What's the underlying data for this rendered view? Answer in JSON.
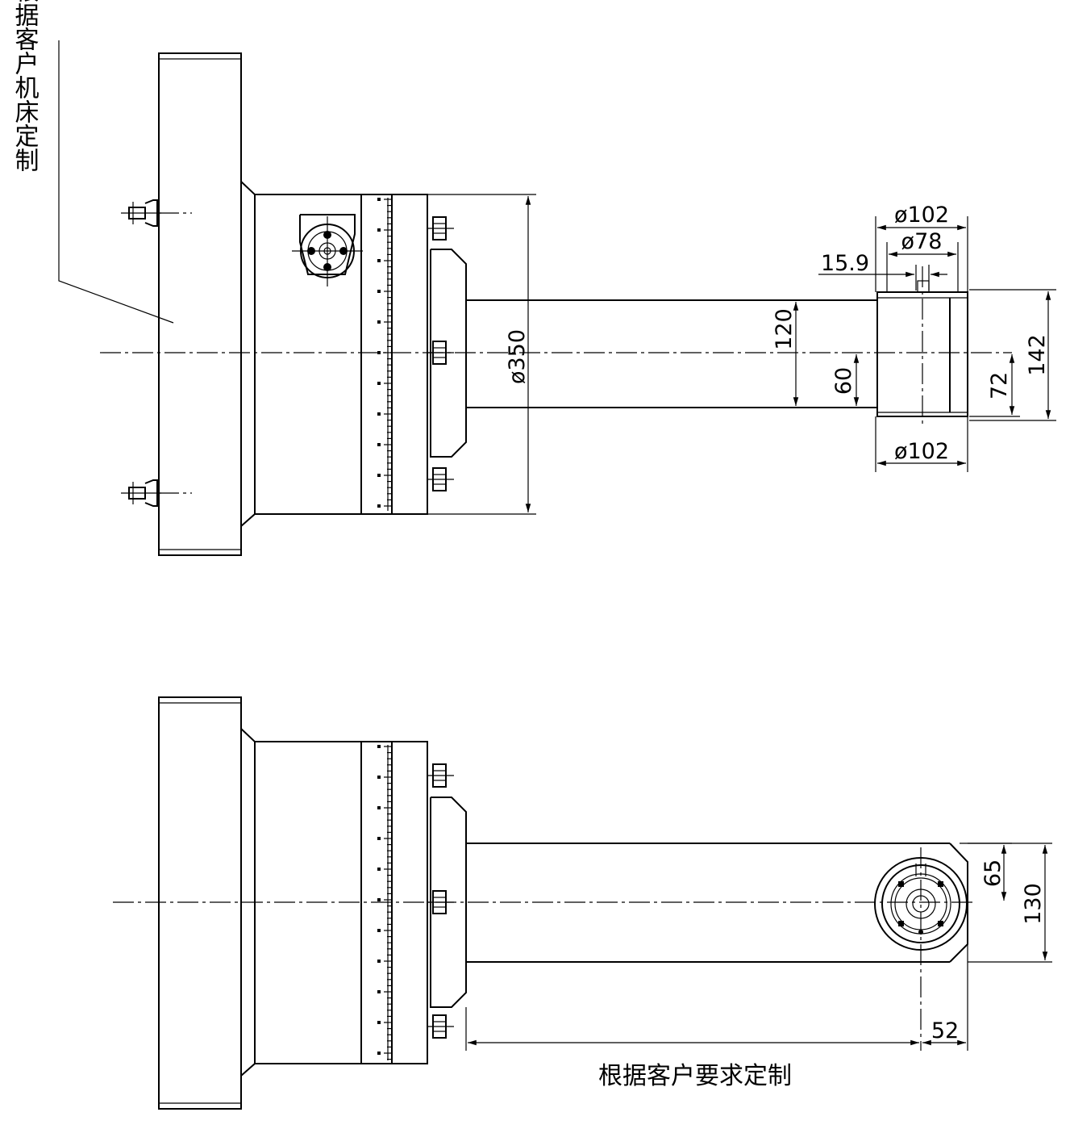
{
  "notes": {
    "vertical_note": "连接垫根据客户机床定制",
    "bottom_note": "根据客户要求定制"
  },
  "dimensions": {
    "d350": "ø350",
    "d102_top": "ø102",
    "d78": "ø78",
    "d15_9": "15.9",
    "d120": "120",
    "d60": "60",
    "d72": "72",
    "d142": "142",
    "d102_bottom": "ø102",
    "d65": "65",
    "d130": "130",
    "d52": "52"
  },
  "colors": {
    "line": "#000000",
    "background": "#ffffff"
  }
}
